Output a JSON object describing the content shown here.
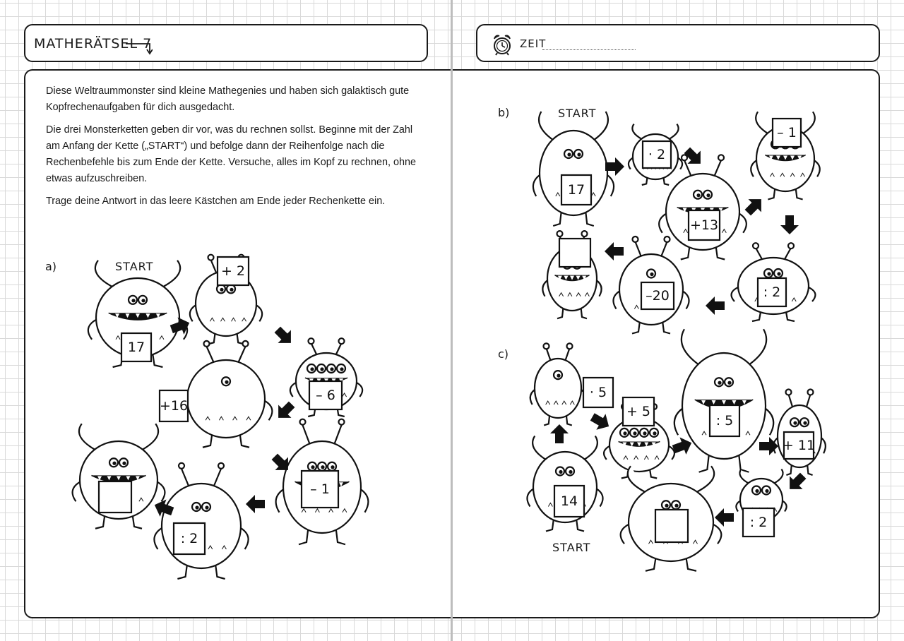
{
  "header": {
    "title": "MATHERÄTSEL 7",
    "time_label": "ZEIT"
  },
  "intro": {
    "p1": "Diese Weltraummonster sind kleine Mathegenies und haben sich galaktisch gute Kopfrechenaufgaben für dich ausgedacht.",
    "p2": "Die drei Monsterketten geben dir vor, was du rechnen sollst. Beginne mit der Zahl am Anfang der Kette („START“) und befolge dann der Reihenfolge nach die Rechenbefehle bis zum Ende der Kette. Versuche, alles im Kopf zu rechnen, ohne etwas aufzuschreiben.",
    "p3": "Trage deine Antwort in das leere Kästchen am Ende jeder Rechenkette ein."
  },
  "chain_a": {
    "label": "a)",
    "start_label": "START",
    "steps": [
      "17",
      "+ 2",
      "– 6",
      "+16",
      "– 1",
      ": 2",
      ""
    ]
  },
  "chain_b": {
    "label": "b)",
    "start_label": "START",
    "steps": [
      "17",
      "· 2",
      "– 1",
      "+13",
      ": 2",
      "–20",
      ""
    ]
  },
  "chain_c": {
    "label": "c)",
    "start_label": "START",
    "steps": [
      "14",
      "· 5",
      "+ 5",
      ": 5",
      "+ 11",
      ": 2",
      ""
    ]
  },
  "icons": {
    "clock": "alarm-clock-icon",
    "title_arrow": "bent-arrow-icon",
    "monster": "monster-illustration",
    "flow_arrow": "arrow-icon"
  }
}
